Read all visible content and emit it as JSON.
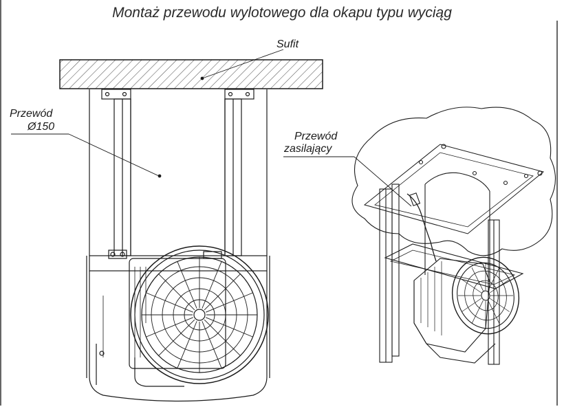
{
  "title": "Montaż przewodu wylotowego dla okapu typu wyciąg",
  "labels": {
    "ceiling": "Sufit",
    "duct_line1": "Przewód",
    "duct_line2": "Ø150",
    "cable_line1": "Przewód",
    "cable_line2": "zasilający"
  },
  "colors": {
    "line": "#1a1a1a",
    "hatch": "#555555",
    "background": "#ffffff"
  }
}
